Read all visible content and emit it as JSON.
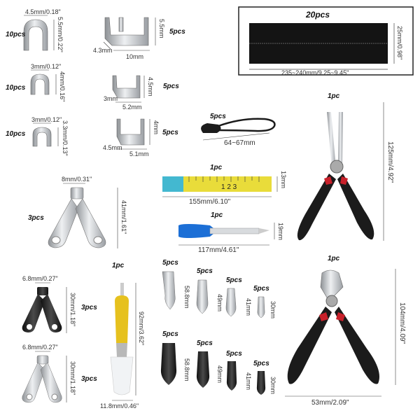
{
  "tape": {
    "qty": "20pcs",
    "width": "25mm/0.98\"",
    "length": "235~240mm/9.25~9.45\""
  },
  "stops": [
    {
      "qty": "10pcs",
      "width": "4.5mm/0.18\"",
      "height": "5.5mm/0.22\""
    },
    {
      "qty": "10pcs",
      "width": "3mm/0.12\"",
      "height": "4mm/0.16\""
    },
    {
      "qty": "10pcs",
      "width": "3mm/0.12\"",
      "height": "3.3mm/0.13\""
    }
  ],
  "brackets": [
    {
      "qty": "5pcs",
      "depth": "4.3mm",
      "width": "10mm",
      "height": "5.5mm"
    },
    {
      "qty": "5pcs",
      "depth": "3mm",
      "width": "5.2mm",
      "height": "4.5mm"
    },
    {
      "qty": "5pcs",
      "depth": "4.5mm",
      "width": "5.1mm",
      "height": "4mm"
    }
  ],
  "pull_cords": {
    "qty": "5pcs",
    "length": "64~67mm"
  },
  "tape_measure": {
    "qty": "1pc",
    "length": "155mm/6.10\"",
    "height": "13mm"
  },
  "thread_snips": {
    "qty": "1pc",
    "length": "117mm/4.61\"",
    "height": "19mm"
  },
  "pliers_needle": {
    "qty": "1pc",
    "length": "125mm/4.92\""
  },
  "pliers_cutter": {
    "qty": "1pc",
    "length": "104mm/4.09\"",
    "width": "53mm/2.09\""
  },
  "big_slider": {
    "qty": "3pcs",
    "width": "8mm/0.31\"",
    "height": "41mm/1.61\""
  },
  "black_sliders": {
    "qty": "3pcs",
    "width": "6.8mm/0.27\"",
    "height": "30mm/1.18\""
  },
  "silver_sliders": {
    "qty": "3pcs",
    "width": "6.8mm/0.27\"",
    "height": "30mm/1.18\""
  },
  "seam_ripper": {
    "qty": "1pc",
    "length": "92mm/3.62\"",
    "width": "11.8mm/0.46\""
  },
  "slider_grid": {
    "silver": [
      {
        "qty": "5pcs",
        "size": "58.8mm"
      },
      {
        "qty": "5pcs",
        "size": "49mm"
      },
      {
        "qty": "5pcs",
        "size": "41mm"
      },
      {
        "qty": "5pcs",
        "size": "30mm"
      }
    ],
    "black": [
      {
        "qty": "5pcs",
        "size": "58.8mm"
      },
      {
        "qty": "5pcs",
        "size": "49mm"
      },
      {
        "qty": "5pcs",
        "size": "41mm"
      },
      {
        "qty": "5pcs",
        "size": "30mm"
      }
    ]
  }
}
